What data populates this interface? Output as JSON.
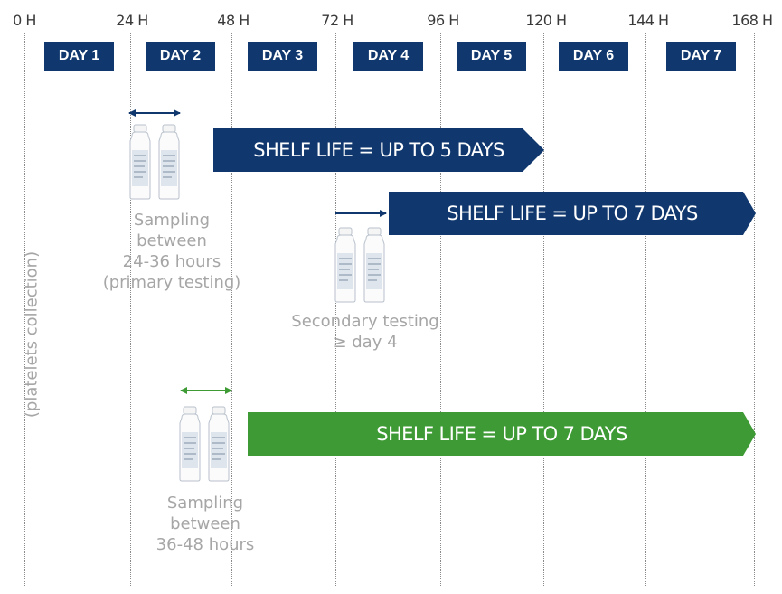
{
  "colors": {
    "navy": "#11386e",
    "green": "#3d9a34",
    "gray_text": "#a6a6a6"
  },
  "timeline": {
    "hours": [
      "0 H",
      "24 H",
      "48 H",
      "72 H",
      "96 H",
      "120 H",
      "144 H",
      "168 H"
    ],
    "days": [
      "DAY 1",
      "DAY 2",
      "DAY 3",
      "DAY 4",
      "DAY 5",
      "DAY 6",
      "DAY 7"
    ]
  },
  "side_label": "(platelets collection)",
  "primary": {
    "shelf_life": "SHELF LIFE = UP TO 5 DAYS",
    "extended_shelf_life": "SHELF LIFE = UP TO 7 DAYS",
    "sampling_lines": [
      "Sampling",
      "between",
      "24-36 hours",
      "(primary testing)"
    ]
  },
  "secondary": {
    "caption_lines": [
      "Secondary testing",
      "≥ day 4"
    ]
  },
  "late": {
    "shelf_life": "SHELF LIFE = UP TO 7 DAYS",
    "sampling_lines": [
      "Sampling",
      "between",
      "36-48 hours"
    ]
  },
  "icons": [
    "sample-bottle-icon",
    "double-arrow-icon",
    "right-arrow-icon"
  ]
}
